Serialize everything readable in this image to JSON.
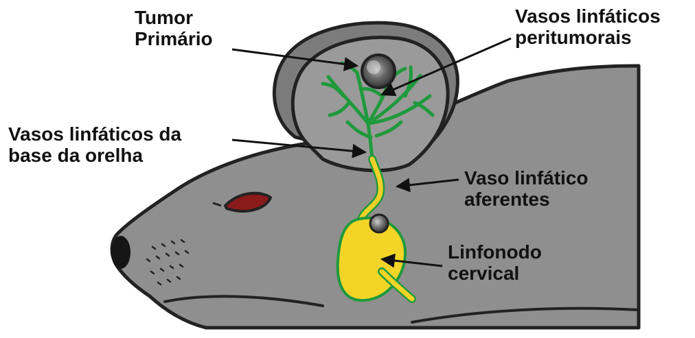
{
  "labels": {
    "tumor": [
      "Tumor",
      "Primário"
    ],
    "peritumoral": [
      "Vasos linfáticos",
      "peritumorais"
    ],
    "ear_base": [
      "Vasos linfáticos da",
      "base da orelha"
    ],
    "afferent": [
      "Vaso linfático",
      "aferentes"
    ],
    "node": [
      "Linfonodo",
      "cervical"
    ]
  },
  "colors": {
    "body_fill": "#8c8c8c",
    "outline": "#222222",
    "lymph_vessel": "#1f9a3c",
    "afferent_vessel": "#f2d02a",
    "node_fill": "#f5d428",
    "eye": "#8b1a1a",
    "tumor": "#4a4a4a"
  }
}
